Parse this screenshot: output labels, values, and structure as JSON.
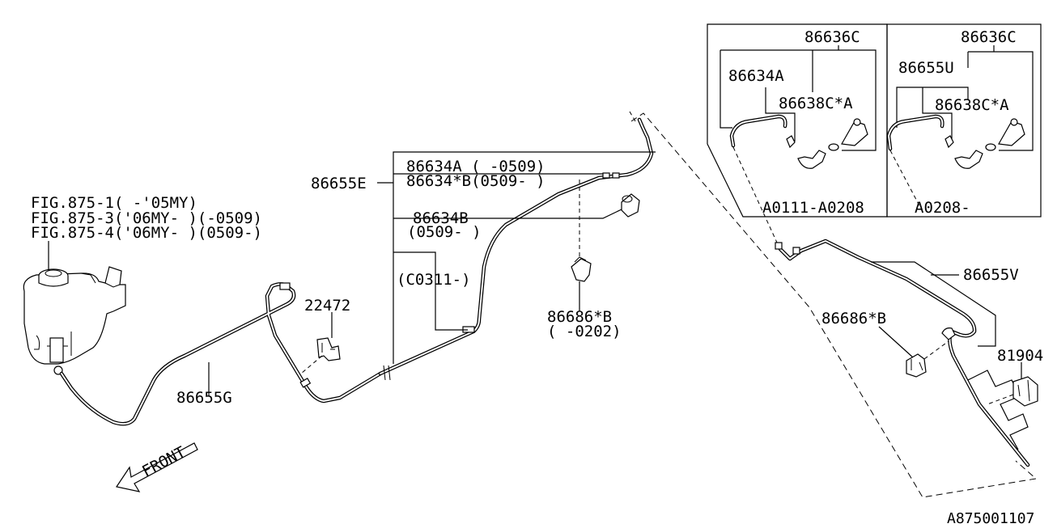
{
  "labels": {
    "fig_875_1": "FIG.875-1(  -'05MY)",
    "fig_875_3": "FIG.875-3('06MY-  )(-0509)",
    "fig_875_4": "FIG.875-4('06MY-  )(0509-)",
    "hose_86655G": "86655G",
    "clip_22472": "22472",
    "hose_86655E": "86655E",
    "hose_86634A_line1": "86634A (  -0509)",
    "hose_86634B_star_line1": "86634*B(0509-  )",
    "hose_86634B": "86634B",
    "hose_86634B_date": "(0509-  )",
    "code_C0311": "(C0311-)",
    "clip_86686B": "86686*B",
    "clip_86686B_date": "(  -0202)",
    "front": "FRONT",
    "inset1_86636C": "86636C",
    "inset1_86634A": "86634A",
    "inset1_86638C": "86638C*A",
    "inset1_range": "A0111-A0208",
    "inset2_86636C": "86636C",
    "inset2_86655U": "86655U",
    "inset2_86638C": "86638C*A",
    "inset2_range": "A0208-",
    "hose_86655V": "86655V",
    "clip_86686B_right": "86686*B",
    "clip_81904": "81904",
    "diagram_id": "A875001107"
  }
}
